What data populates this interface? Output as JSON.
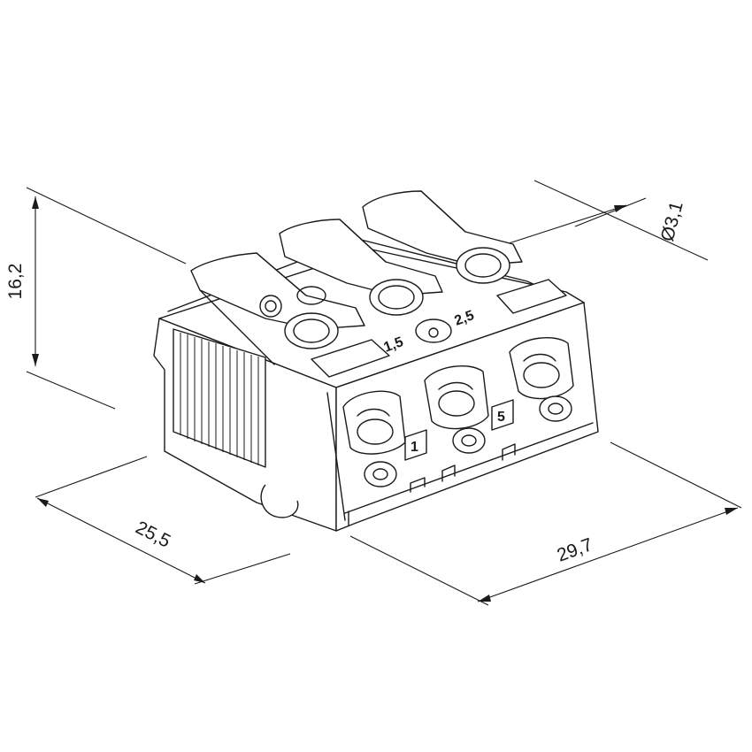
{
  "dimensions": {
    "height": "16,2",
    "depth": "25,5",
    "width": "29,7",
    "hole": "Ø3,1"
  },
  "markings": {
    "gauge_small": "1,5",
    "gauge_large": "2,5",
    "port_1": "1",
    "port_5": "5"
  }
}
